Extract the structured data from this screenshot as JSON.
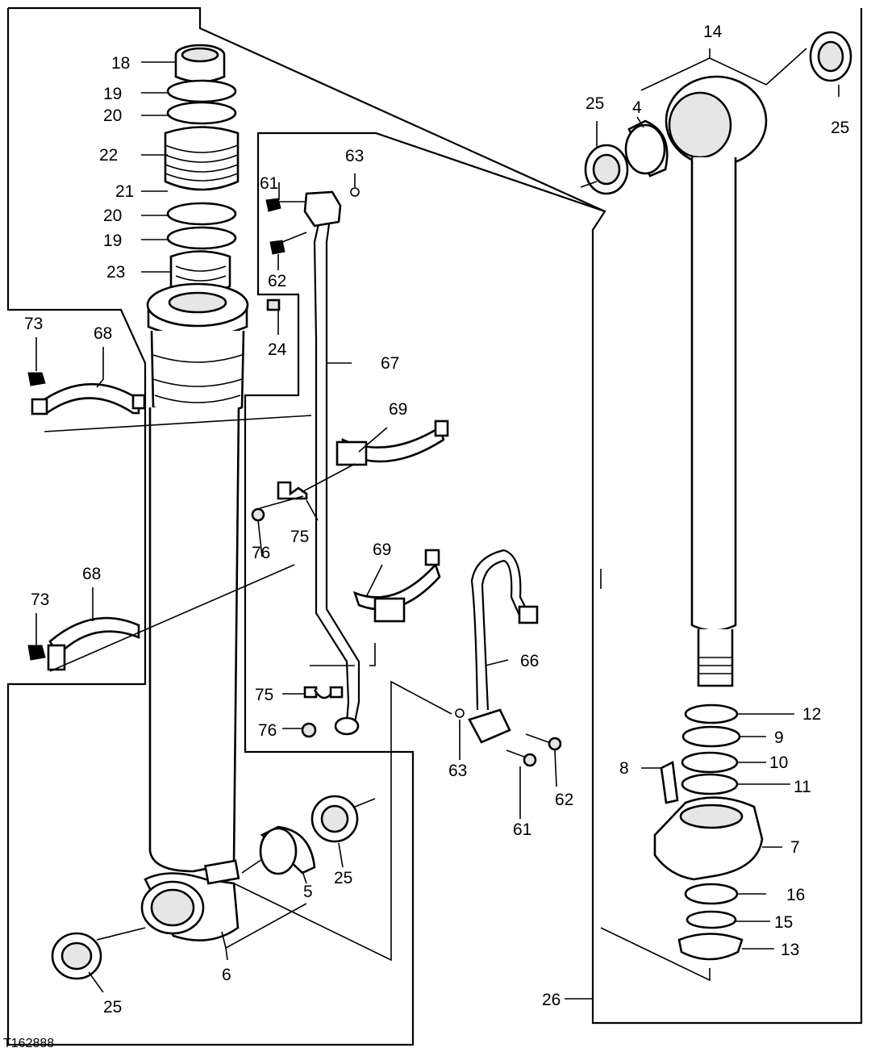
{
  "figure_id": "T162888",
  "callouts": {
    "c18": "18",
    "c19a": "19",
    "c20a": "20",
    "c22": "22",
    "c21": "21",
    "c20b": "20",
    "c19b": "19",
    "c23": "23",
    "c24": "24",
    "c73a": "73",
    "c68a": "68",
    "c73b": "73",
    "c68b": "68",
    "c25a": "25",
    "c5": "5",
    "c25b": "25",
    "c6": "6",
    "c61a": "61",
    "c63a": "63",
    "c62a": "62",
    "c67": "67",
    "c69a": "69",
    "c75a": "75",
    "c76a": "76",
    "c69b": "69",
    "c75b": "75",
    "c76b": "76",
    "c66": "66",
    "c63b": "63",
    "c62b": "62",
    "c61b": "61",
    "c14": "14",
    "c25c": "25",
    "c4": "4",
    "c25d": "25",
    "c12": "12",
    "c9": "9",
    "c8": "8",
    "c10": "10",
    "c11": "11",
    "c7": "7",
    "c16": "16",
    "c15": "15",
    "c13": "13",
    "c26": "26"
  }
}
